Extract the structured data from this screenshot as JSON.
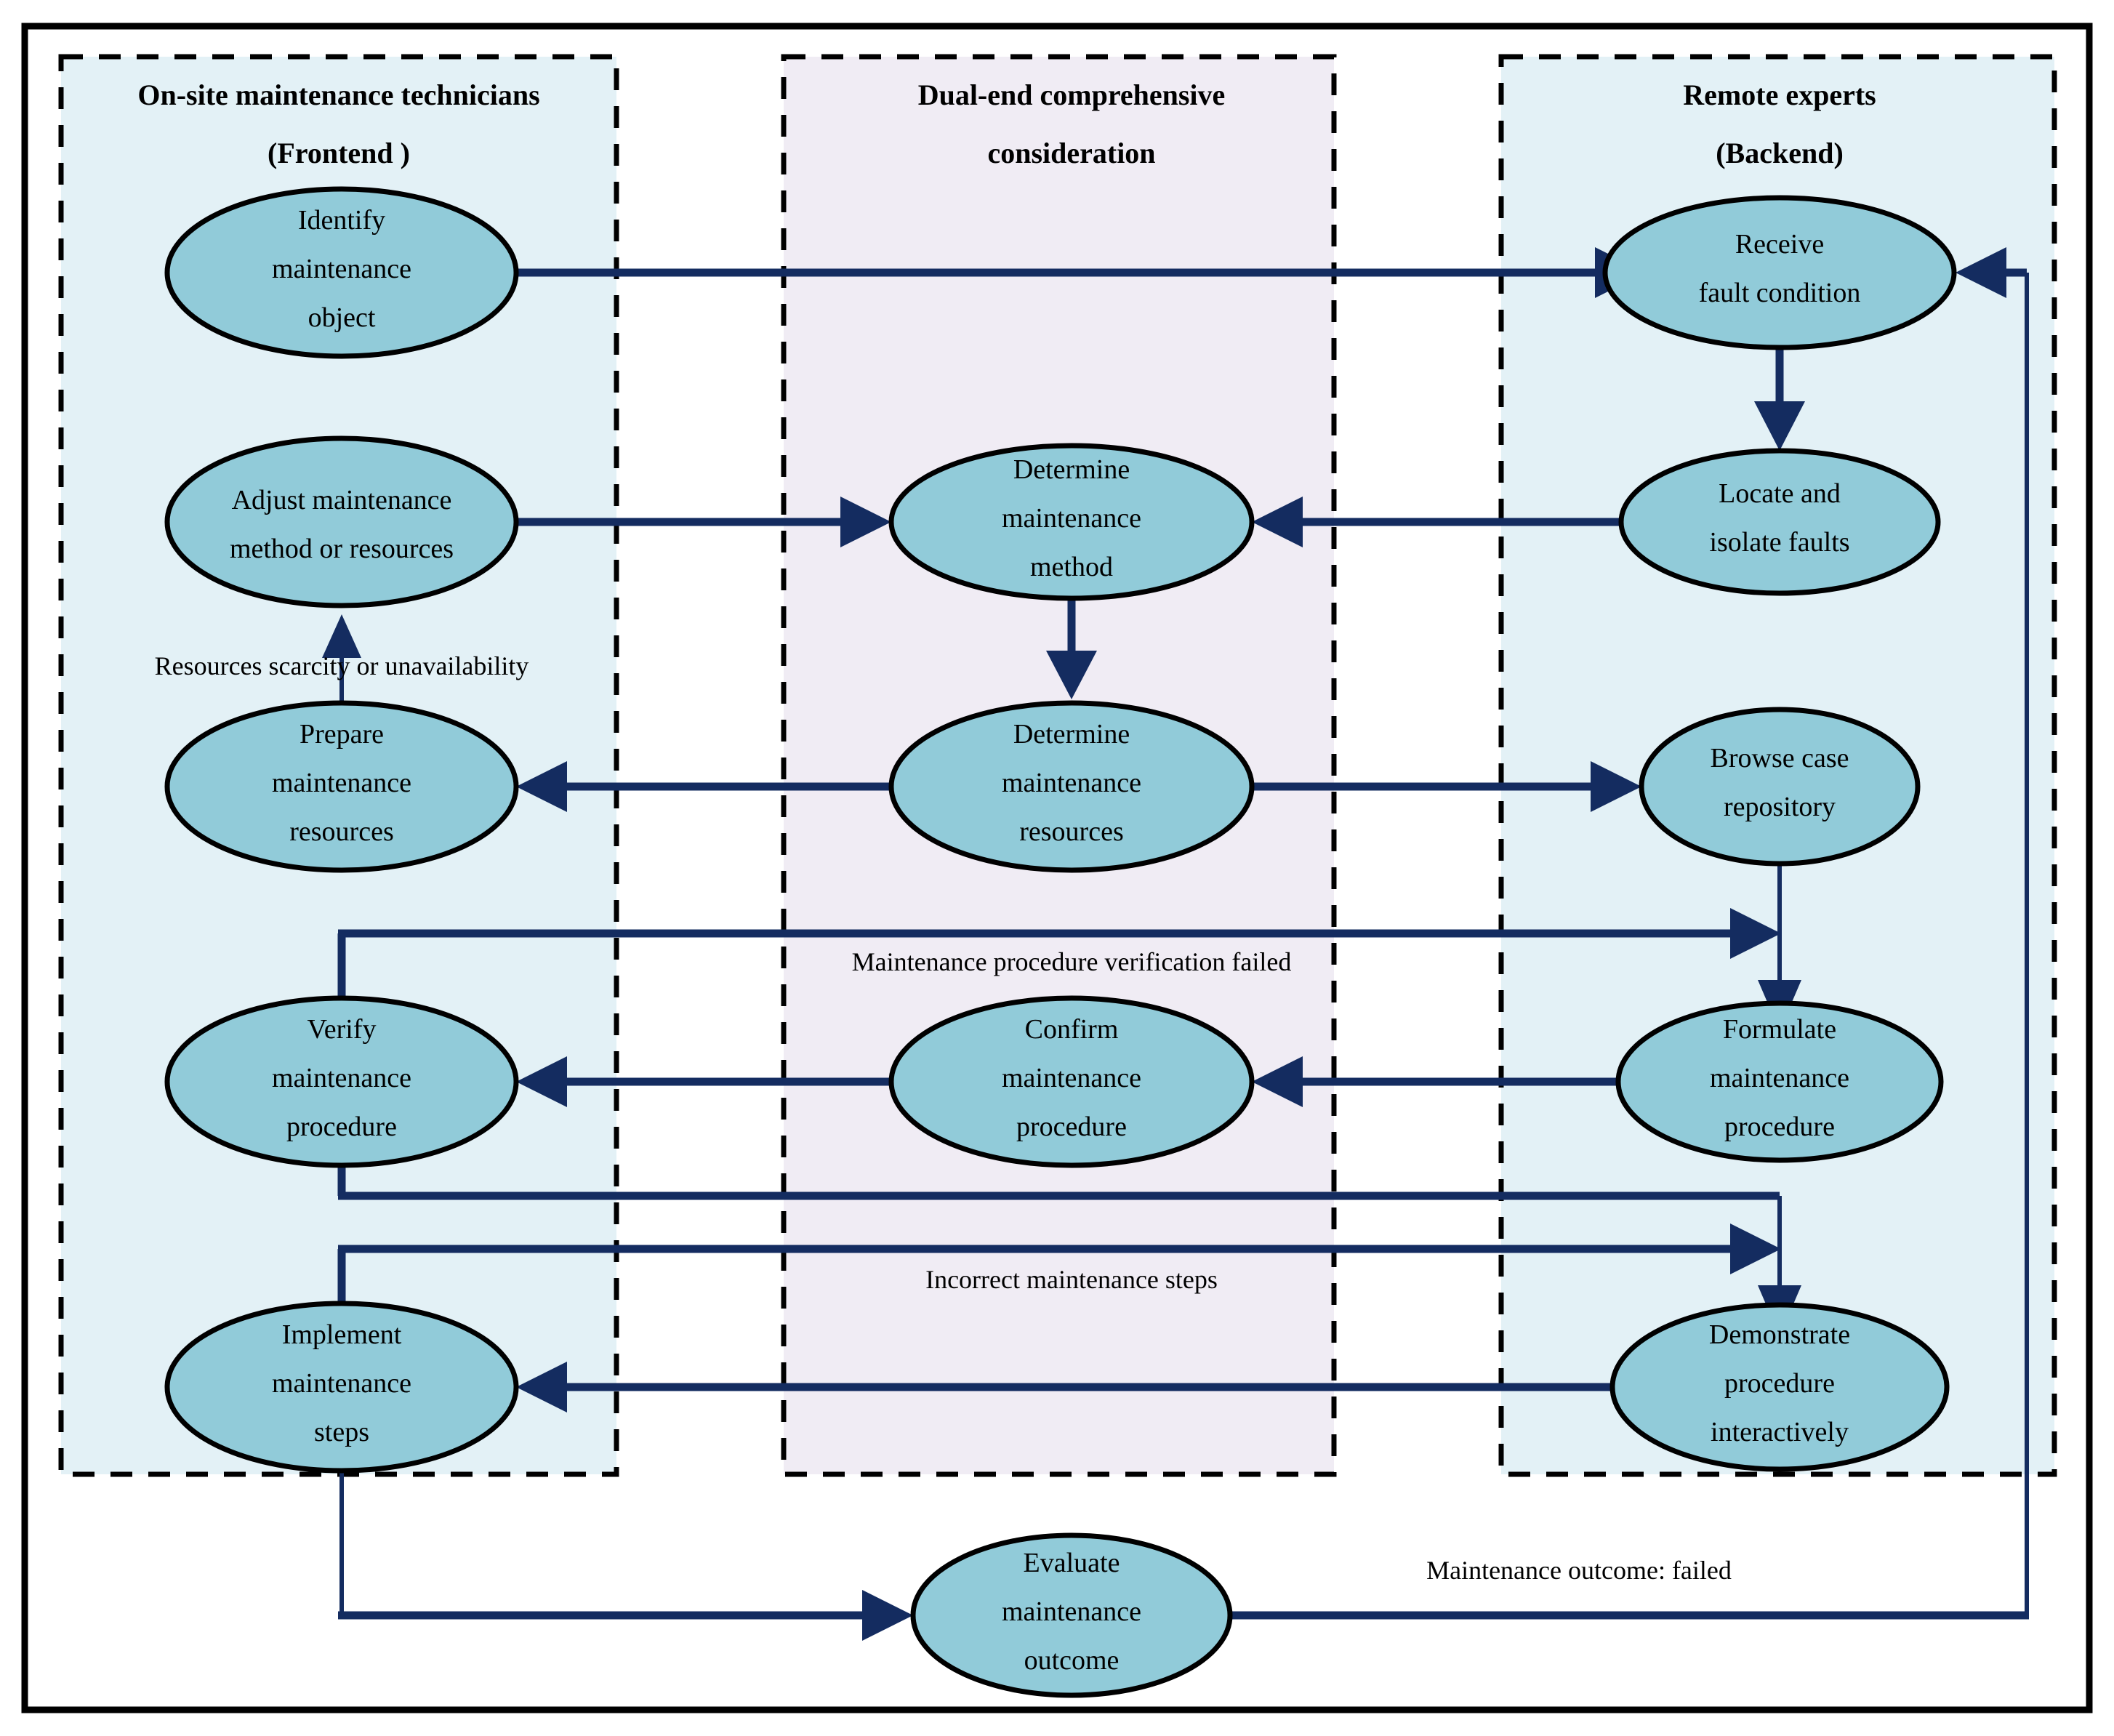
{
  "diagram": {
    "title": "Dual-end maintenance collaboration flowchart",
    "colors": {
      "node_fill": "#91cbd9",
      "node_stroke": "#000000",
      "panel_left_fill": "#e3f1f6",
      "panel_mid_fill": "#f0ecf4",
      "panel_right_fill": "#e3f1f6",
      "connector": "#142c60",
      "frame": "#000000",
      "background": "#ffffff"
    }
  },
  "swimlanes": [
    {
      "id": "frontend",
      "line1": "On-site maintenance technicians",
      "line2": "(Frontend )"
    },
    {
      "id": "dual",
      "line1": "Dual-end comprehensive",
      "line2": "consideration"
    },
    {
      "id": "backend",
      "line1": "Remote experts",
      "line2": "(Backend)"
    }
  ],
  "nodes": [
    {
      "id": "identify-maintenance-object",
      "lane": "frontend",
      "lines": [
        "Identify",
        "maintenance",
        "object"
      ]
    },
    {
      "id": "adjust-maintenance-method-or-resources",
      "lane": "frontend",
      "lines": [
        "Adjust maintenance",
        "method or  resources"
      ]
    },
    {
      "id": "prepare-maintenance-resources",
      "lane": "frontend",
      "lines": [
        "Prepare",
        "maintenance",
        "resources"
      ]
    },
    {
      "id": "verify-maintenance-procedure",
      "lane": "frontend",
      "lines": [
        "Verify",
        "maintenance",
        "procedure"
      ]
    },
    {
      "id": "implement-maintenance-steps",
      "lane": "frontend",
      "lines": [
        "Implement",
        "maintenance",
        "steps"
      ]
    },
    {
      "id": "determine-maintenance-method",
      "lane": "dual",
      "lines": [
        "Determine",
        "maintenance",
        "method"
      ]
    },
    {
      "id": "determine-maintenance-resources",
      "lane": "dual",
      "lines": [
        "Determine",
        "maintenance",
        "resources"
      ]
    },
    {
      "id": "confirm-maintenance-procedure",
      "lane": "dual",
      "lines": [
        "Confirm",
        "maintenance",
        "procedure"
      ]
    },
    {
      "id": "receive-fault-condition",
      "lane": "backend",
      "lines": [
        "Receive",
        "fault condition"
      ]
    },
    {
      "id": "locate-and-isolate-faults",
      "lane": "backend",
      "lines": [
        "Locate and",
        "isolate faults"
      ]
    },
    {
      "id": "browse-case-repository",
      "lane": "backend",
      "lines": [
        "Browse case",
        "repository"
      ]
    },
    {
      "id": "formulate-maintenance-procedure",
      "lane": "backend",
      "lines": [
        "Formulate",
        "maintenance",
        "procedure"
      ]
    },
    {
      "id": "demonstrate-procedure-interactively",
      "lane": "backend",
      "lines": [
        "Demonstrate",
        "procedure",
        "interactively"
      ]
    },
    {
      "id": "evaluate-maintenance-outcome",
      "lane": "bottom",
      "lines": [
        "Evaluate",
        "maintenance",
        "outcome"
      ]
    }
  ],
  "edge_labels": [
    {
      "id": "resources-scarcity",
      "text": "Resources scarcity or unavailability"
    },
    {
      "id": "verification-failed",
      "text": "Maintenance procedure verification failed"
    },
    {
      "id": "incorrect-steps",
      "text": "Incorrect maintenance steps"
    },
    {
      "id": "outcome-failed",
      "text": "Maintenance outcome: failed"
    }
  ]
}
